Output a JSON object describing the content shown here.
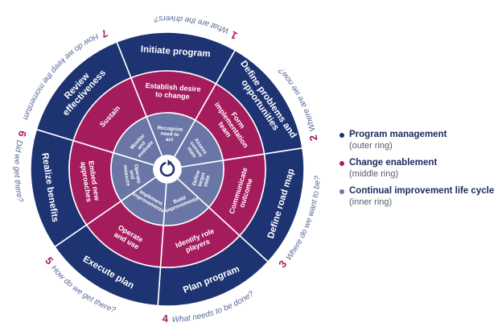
{
  "colors": {
    "outer": "#1d3372",
    "middle": "#a51c5c",
    "inner": "#6976a6",
    "center": "#ffffff",
    "question_text": "#5b6a9a",
    "number_text": "#a51c5c"
  },
  "outer_ring": [
    {
      "label": [
        "Initiate program"
      ]
    },
    {
      "label": [
        "Define problems and",
        "opportunities"
      ]
    },
    {
      "label": [
        "Define road map"
      ]
    },
    {
      "label": [
        "Plan program"
      ]
    },
    {
      "label": [
        "Execute plan"
      ]
    },
    {
      "label": [
        "Realize benefits"
      ]
    },
    {
      "label": [
        "Review",
        "effectiveness"
      ]
    }
  ],
  "middle_ring": [
    {
      "label": [
        "Establish desire",
        "to change"
      ]
    },
    {
      "label": [
        "Form",
        "implementation",
        "team"
      ]
    },
    {
      "label": [
        "Communicate",
        "outcome"
      ]
    },
    {
      "label": [
        "Identify role",
        "players"
      ]
    },
    {
      "label": [
        "Operate",
        "and use"
      ]
    },
    {
      "label": [
        "Embed new",
        "approaches"
      ]
    },
    {
      "label": [
        "Sustain"
      ]
    }
  ],
  "inner_ring": [
    {
      "label": [
        "Recognize",
        "need to",
        "act"
      ]
    },
    {
      "label": [
        "Assess",
        "current",
        "state"
      ]
    },
    {
      "label": [
        "Define",
        "target",
        "state"
      ]
    },
    {
      "label": [
        "Build",
        "improvements"
      ]
    },
    {
      "label": [
        "Implement",
        "improvements"
      ]
    },
    {
      "label": [
        "Operate",
        "and",
        "measure"
      ]
    },
    {
      "label": [
        "Monitor",
        "and",
        "evaluate"
      ]
    }
  ],
  "phases": [
    {
      "number": "1",
      "question": "What are the drivers?"
    },
    {
      "number": "2",
      "question": "Where are we now?"
    },
    {
      "number": "3",
      "question": "Where do we want to be?"
    },
    {
      "number": "4",
      "question": "What needs to be done?"
    },
    {
      "number": "5",
      "question": "How do we get there?"
    },
    {
      "number": "6",
      "question": "Did we get there?"
    },
    {
      "number": "7",
      "question": "How do we keep the momentum going?"
    }
  ],
  "legend": [
    {
      "title": "Program management",
      "subtitle": "(outer ring)",
      "color": "#1d3372"
    },
    {
      "title": "Change enablement",
      "subtitle": "(middle ring)",
      "color": "#a51c5c"
    },
    {
      "title": "Continual improvement life cycle",
      "subtitle": "(inner ring)",
      "color": "#6976a6"
    }
  ],
  "center_icon": "cycle-arrow-icon"
}
